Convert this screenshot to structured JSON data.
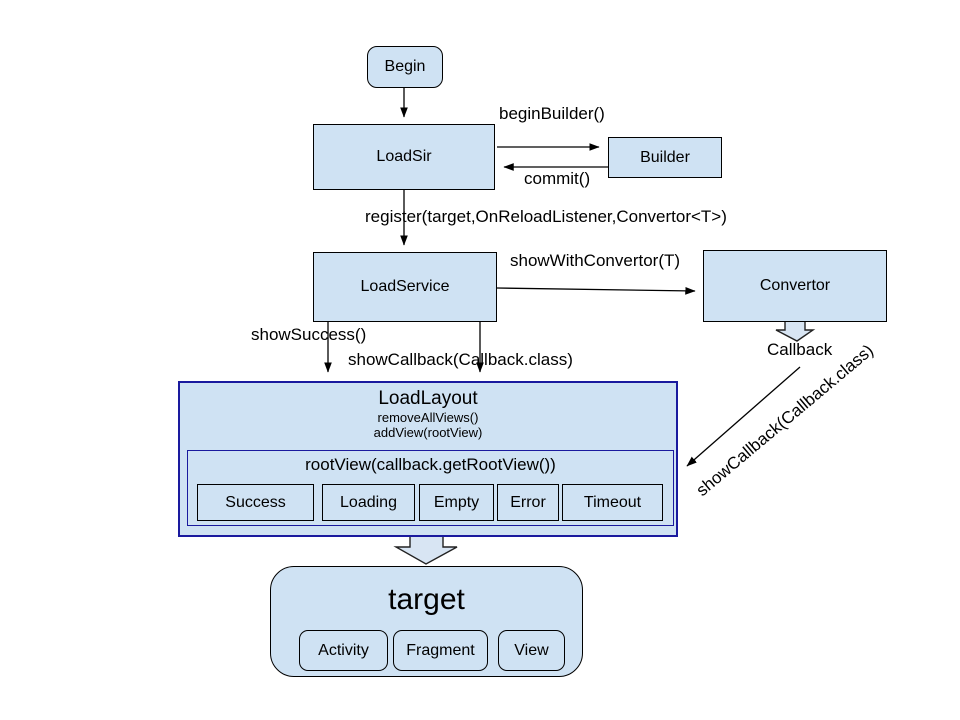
{
  "diagram": {
    "nodes": {
      "begin": "Begin",
      "loadsir": "LoadSir",
      "builder": "Builder",
      "loadservice": "LoadService",
      "convertor": "Convertor",
      "loadlayout": {
        "title": "LoadLayout",
        "method1": "removeAllViews()",
        "method2": "addView(rootView)",
        "rootview": "rootView(callback.getRootView())",
        "states": [
          "Success",
          "Loading",
          "Empty",
          "Error",
          "Timeout"
        ]
      },
      "target": {
        "title": "target",
        "children": [
          "Activity",
          "Fragment",
          "View"
        ]
      }
    },
    "edges": {
      "begin_builder": "beginBuilder()",
      "commit": "commit()",
      "register": "register(target,OnReloadListener,Convertor<T>)",
      "show_with_convertor": "showWithConvertor(T)",
      "show_success": "showSuccess()",
      "show_callback": "showCallback(Callback.class)",
      "callback": "Callback",
      "show_callback_diagonal": "showCallback(Callback.class)"
    },
    "colors": {
      "node_fill": "#cfe2f3",
      "node_border": "#000000",
      "layout_border": "#1a1a9e",
      "block_arrow_fill": "#d8e5f3",
      "background": "#ffffff"
    }
  }
}
